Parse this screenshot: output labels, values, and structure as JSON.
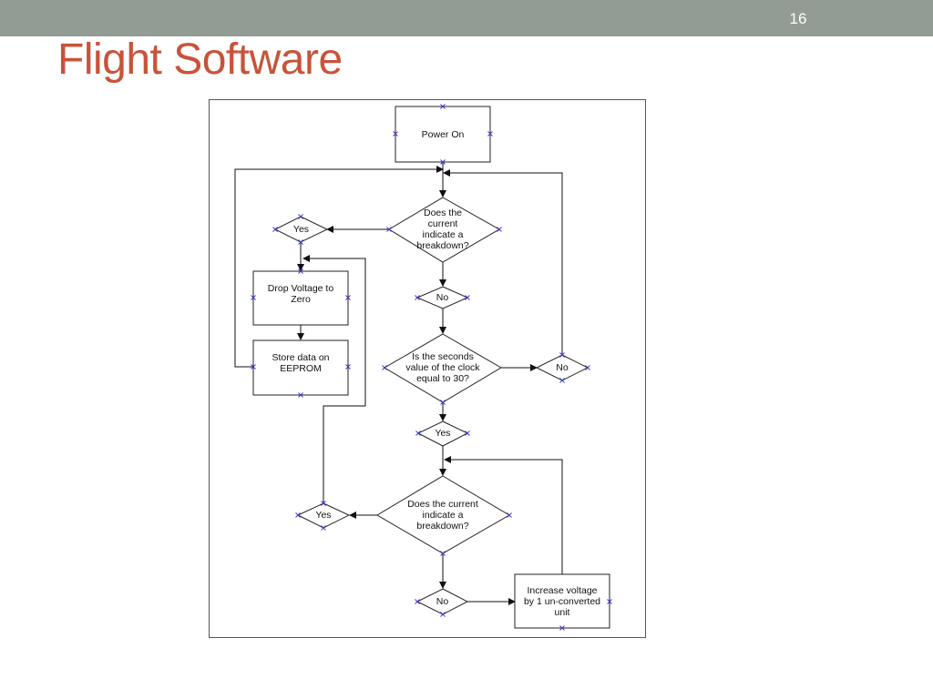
{
  "slide": {
    "number": "16",
    "title": "Flight Software"
  },
  "colors": {
    "top_bar": "#929c94",
    "title": "#c8533a",
    "connection_marker": "#3b3bc9"
  },
  "flowchart": {
    "nodes": {
      "power_on": "Power On",
      "decision_breakdown_1": "Does the\ncurrent\nindicate a\nbreakdown?",
      "yes_1": "Yes",
      "no_1": "No",
      "drop_voltage": "Drop Voltage to\nZero",
      "store_data": "Store data on\nEEPROM",
      "decision_clock": "Is the seconds\nvalue of the clock\nequal to 30?",
      "no_clock": "No",
      "yes_clock": "Yes",
      "decision_breakdown_2": "Does the current\nindicate a\nbreakdown?",
      "yes_2": "Yes",
      "no_2": "No",
      "increase_voltage": "Increase voltage\nby 1 un-converted\nunit"
    }
  }
}
